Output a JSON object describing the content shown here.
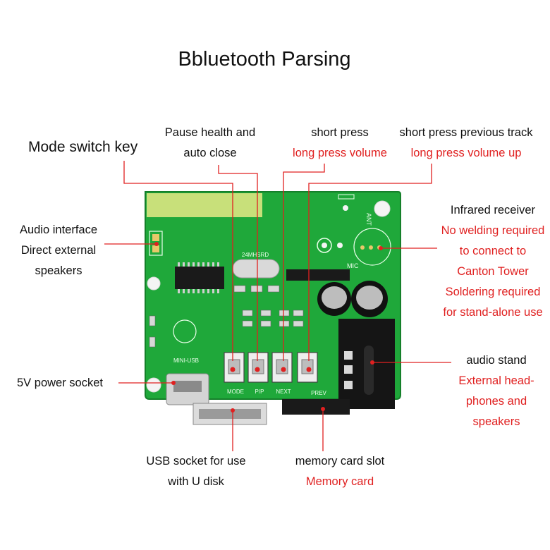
{
  "title": "Bbluetooth Parsing",
  "labels": {
    "mode_switch": "Mode switch key",
    "pause": [
      "Pause health and",
      "auto close"
    ],
    "short_press_next": "short press",
    "long_press_next": "long press volume",
    "short_press_prev": "short press previous track",
    "long_press_prev": "long press volume up",
    "audio_interface": [
      "Audio interface",
      "Direct external",
      "speakers"
    ],
    "infrared": {
      "heading": "Infrared receiver",
      "red": [
        "No welding required",
        "to connect to",
        "Canton Tower",
        "Soldering required",
        "for stand-alone use"
      ]
    },
    "power": "5V power socket",
    "audio_stand": {
      "heading": "audio stand",
      "red": [
        "External head-",
        "phones and",
        "speakers"
      ]
    },
    "usb": [
      "USB socket for use",
      "with U disk"
    ],
    "memory": {
      "heading": "memory card slot",
      "red": "Memory card"
    }
  },
  "silkscreen": {
    "ant": "ANT",
    "mini_usb": "MINI-USB",
    "crystal": "24MHSRD",
    "mic": "MIC",
    "mode": "MODE",
    "pp": "P/P",
    "next": "NEXT",
    "prev": "PREV"
  },
  "colors": {
    "pcb": "#1fa83a",
    "label_red": "#e02020",
    "leader": "#e02020"
  }
}
